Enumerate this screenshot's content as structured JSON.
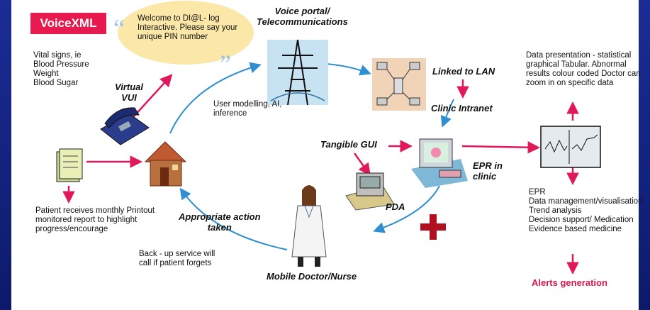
{
  "badge": "VoiceXML",
  "vitals": "Vital signs, ie\nBlood Pressure\nWeight\nBlood Sugar",
  "bubble": "Welcome to DI@L- log\nInteractive. Please say your\nunique PIN number",
  "virtual_vui": "Virtual\nVUI",
  "voice_portal": "Voice portal/\nTelecommunications",
  "linked_lan": "Linked to LAN",
  "clinic_intranet": "Clinic Intranet",
  "user_modelling": "User modelling, AI,\ninference",
  "tangible_gui": "Tangible GUI",
  "epr_clinic": "EPR in\nclinic",
  "pda": "PDA",
  "data_presentation": "Data presentation - statistical\ngraphical Tabular. Abnormal\nresults colour coded Doctor can\nzoom in on specific data",
  "epr_list": "EPR\nData management/visualisation\nTrend analysis\nDecision support/ Medication\nEvidence based medicine",
  "alerts": "Alerts generation",
  "printout": "Patient receives monthly Printout\nmonitored report to highlight\nprogress/encourage",
  "action": "Appropriate action\ntaken",
  "backup": "Back - up service will\ncall if patient forgets",
  "mobile": "Mobile Doctor/Nurse",
  "colors": {
    "accent": "#e61a4e",
    "flow": "#2f8fd0",
    "frame": "#1a2a8a"
  }
}
